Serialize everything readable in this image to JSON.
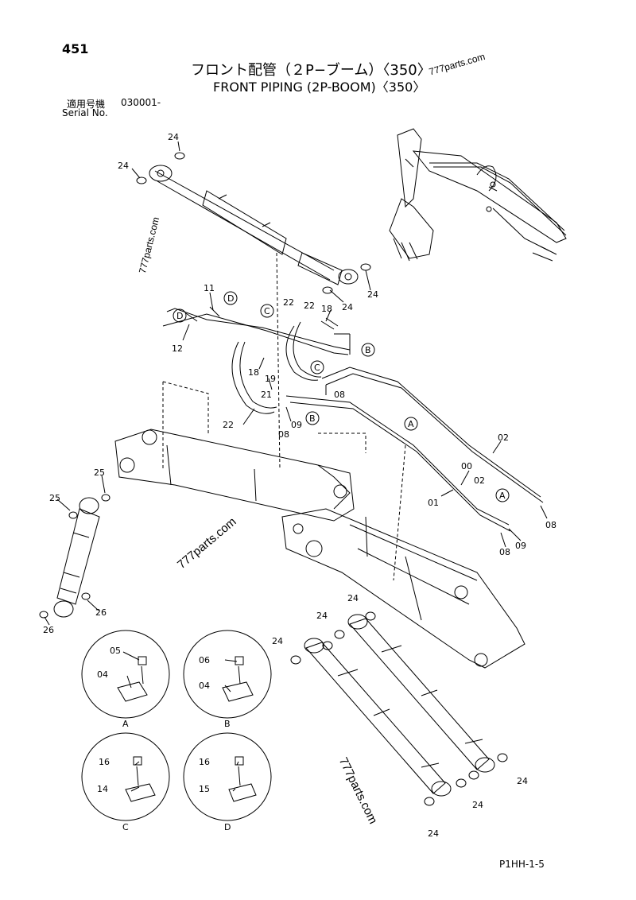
{
  "header": {
    "page_number": "451",
    "title_jp": "フロント配管（２P−ブーム）〈350〉",
    "title_en": "FRONT PIPING (2P-BOOM)〈350〉",
    "serial_label_jp": "適用号機",
    "serial_value": "030001-",
    "serial_label_en": "Serial No."
  },
  "footer": {
    "drawing_code": "P1HH-1-5"
  },
  "watermarks": [
    "777parts.com",
    "777parts.com",
    "777parts.com",
    "777parts.com"
  ],
  "part_labels": [
    "24",
    "24",
    "24",
    "24",
    "11",
    "12",
    "22",
    "22",
    "18",
    "19",
    "18",
    "21",
    "22",
    "08",
    "09",
    "08",
    "02",
    "00",
    "02",
    "01",
    "08",
    "08",
    "09",
    "25",
    "25",
    "26",
    "26",
    "05",
    "04",
    "06",
    "04",
    "16",
    "14",
    "16",
    "15",
    "24",
    "24",
    "24",
    "24",
    "24",
    "24"
  ],
  "callouts": [
    "D",
    "D",
    "C",
    "C",
    "B",
    "B",
    "A",
    "A"
  ],
  "detail_labels": [
    "A",
    "B",
    "C",
    "D"
  ]
}
